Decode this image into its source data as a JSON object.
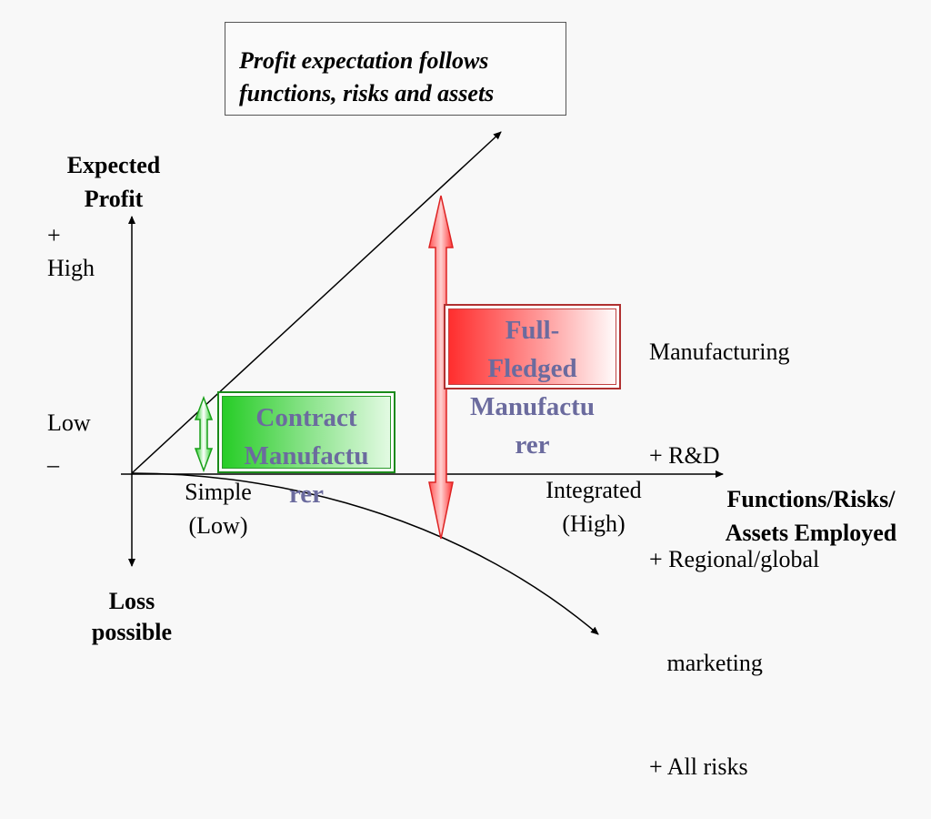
{
  "title_box": {
    "line1": "Profit expectation follows",
    "line2": "functions, risks and assets"
  },
  "y_axis": {
    "label_line1": "Expected",
    "label_line2": "Profit",
    "plus": "+",
    "high": "High",
    "low": "Low",
    "minus": "–",
    "loss_line1": "Loss",
    "loss_line2": "possible"
  },
  "x_axis": {
    "simple_line1": "Simple",
    "simple_line2": "(Low)",
    "integrated_line1": "Integrated",
    "integrated_line2": "(High)",
    "label_line1": "Functions/Risks/",
    "label_line2": "Assets Employed"
  },
  "contract_box": {
    "line1": "Contract",
    "line2": "Manufactu",
    "line3": "rer",
    "color": "#22cc22"
  },
  "fullfledged_box": {
    "line1": "Full-",
    "line2": "Fledged",
    "line3": "Manufactu",
    "line4": "rer",
    "color": "#ff2a2a"
  },
  "functions_list": [
    "Manufacturing",
    "+ R&D",
    "+ Regional/global",
    "   marketing",
    "+ All risks"
  ],
  "colors": {
    "box_text": "#6b6b9e",
    "green_arrow": "#22cc22",
    "red_arrow": "#ff3333"
  }
}
